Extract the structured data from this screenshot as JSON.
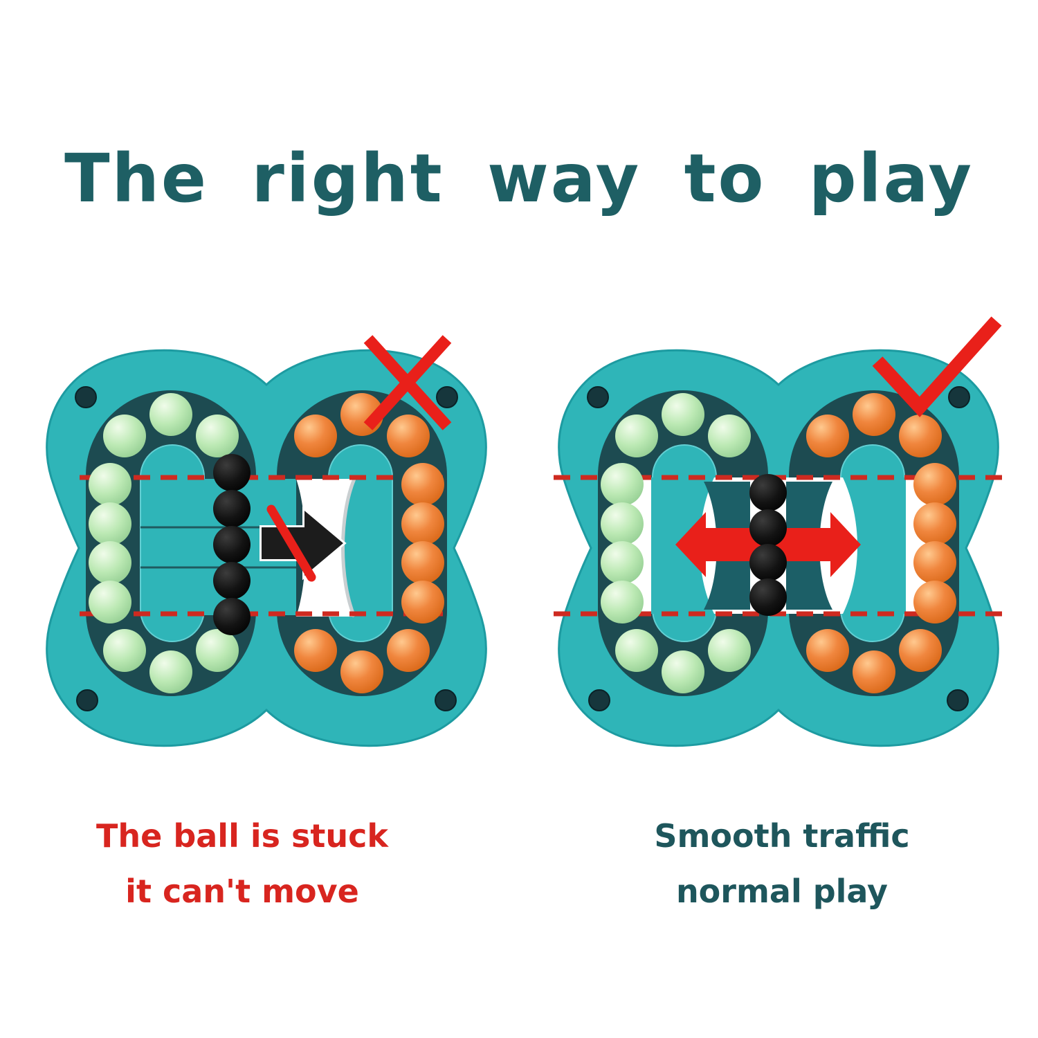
{
  "title": {
    "text": "The right way to play"
  },
  "colors": {
    "background": "#ffffff",
    "title_text": "#1e5f64",
    "caption_wrong": "#d8251f",
    "caption_right": "#1e565c",
    "body_teal": "#2fb5b8",
    "body_edge": "#1d9ba1",
    "track_dark": "#1d4b51",
    "island_edge": "#62cfd3",
    "bead_green_light": "#f0fcea",
    "bead_green": "#bce9b4",
    "bead_green_dark": "#8cc98c",
    "bead_orange_light": "#ffc98f",
    "bead_orange": "#f0863e",
    "bead_orange_dark": "#d4610f",
    "bead_black_light": "#3c3c3c",
    "bead_black": "#131313",
    "bead_black_dark": "#000000",
    "annotation_red": "#e9201a",
    "dashed_red": "#ce2a20",
    "arrow_black": "#1c1c1c",
    "mechanism_white": "#ffffff",
    "mechanism_edge": "#c9cfd1",
    "bowtie_teal": "#1c5f67",
    "screw_dark": "#16363c"
  },
  "panels": [
    {
      "id": "wrong-way",
      "verdict_icon": "x-mark-icon",
      "center_icon": "blocked-right-arrow-icon",
      "caption": [
        "The ball is stuck",
        "it can't move"
      ],
      "black_bead_count": 5,
      "green_bead_count": 10,
      "orange_bead_count": 10
    },
    {
      "id": "right-way",
      "verdict_icon": "check-mark-icon",
      "center_icon": "two-way-arrow-icon",
      "caption": [
        "Smooth traffic",
        "normal play"
      ],
      "black_bead_count": 4,
      "green_bead_count": 10,
      "orange_bead_count": 10
    }
  ]
}
